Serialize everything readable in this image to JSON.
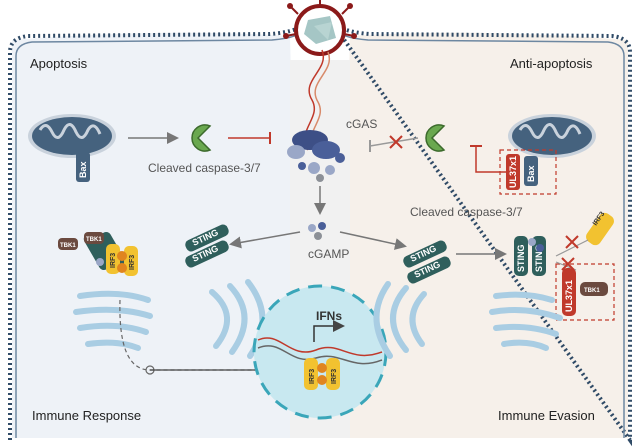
{
  "labels": {
    "apoptosis": "Apoptosis",
    "anti_apoptosis": "Anti-apoptosis",
    "immune_response": "Immune Response",
    "immune_evasion": "Immune Evasion",
    "cleaved_caspase_left": "Cleaved caspase-3/7",
    "cleaved_caspase_right": "Cleaved caspase-3/7",
    "cgas": "cGAS",
    "cgamp": "cGAMP",
    "ifns": "IFNs"
  },
  "proteins": {
    "bax": "Bax",
    "ul37x1": "UL37x1",
    "sting": "STING",
    "tbk1": "TBK1",
    "irf3": "IRF3",
    "p": "P"
  },
  "colors": {
    "left_bg": "#eef2f7",
    "right_bg": "#f6f0ea",
    "membrane": "#2f4a66",
    "mito": "#45627e",
    "caspase": "#6aa84f",
    "sting": "#2f5f5c",
    "tbk1": "#6b4a3f",
    "irf3": "#f2c230",
    "phos": "#e0851f",
    "ul37x1": "#c0392b",
    "inhibit": "#c0392b",
    "er": "#a9cde3",
    "nucleus": "#c8e8f0"
  }
}
